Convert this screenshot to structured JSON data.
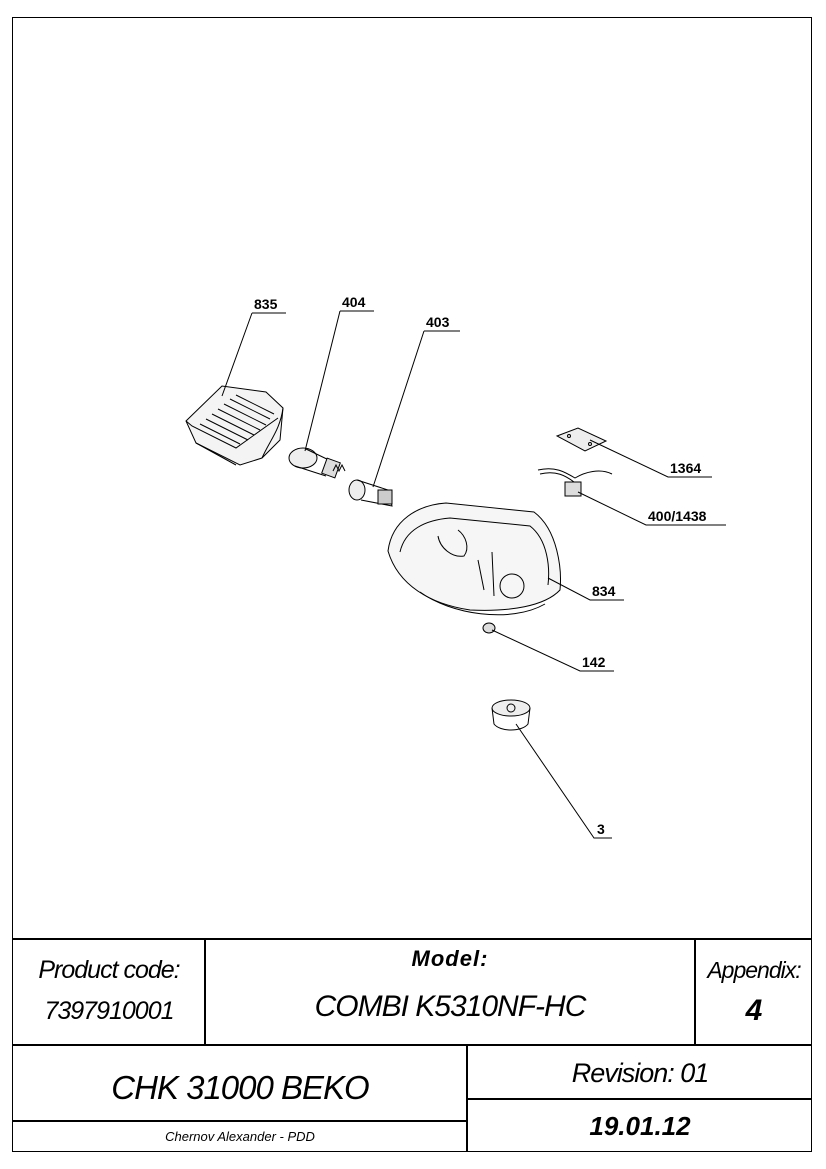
{
  "diagram": {
    "part_labels": [
      "835",
      "404",
      "403",
      "1364",
      "400/1438",
      "834",
      "142",
      "3"
    ]
  },
  "title_block": {
    "product_code_label": "Product code:",
    "product_code_value": "7397910001",
    "model_label": "Model:",
    "model_value": "COMBI K5310NF-HC",
    "appendix_label": "Appendix:",
    "appendix_value": "4",
    "product_name": "CHK 31000 BEKO",
    "revision": "Revision: 01",
    "author": "Chernov Alexander - PDD",
    "date": "19.01.12"
  }
}
